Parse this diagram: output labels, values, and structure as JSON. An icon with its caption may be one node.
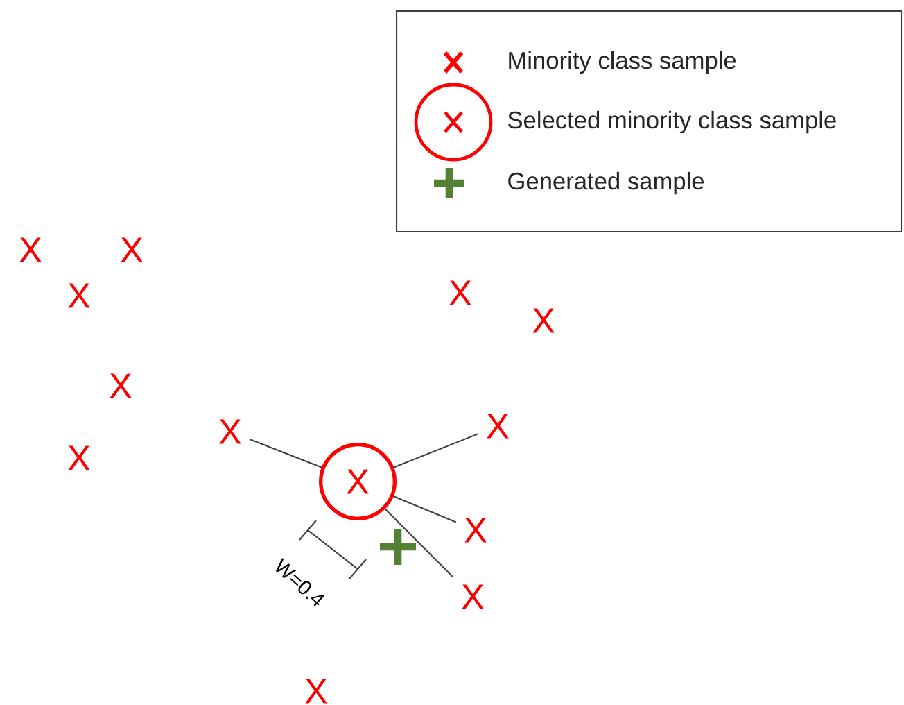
{
  "diagram": {
    "nodes": [
      {
        "text": [
          "X"
        ]
      },
      {
        "text": [
          "X"
        ]
      },
      {
        "text": [
          "X"
        ]
      },
      {
        "text": [
          "X"
        ]
      },
      {
        "text": [],
        "shape": "plus"
      },
      {
        "text": [
          "X"
        ]
      }
    ],
    "edges": [
      {
        "from": 2,
        "to": 0,
        "arrow": "none"
      },
      {
        "from": 2,
        "to": 1,
        "arrow": "none"
      },
      {
        "from": 2,
        "to": 3,
        "arrow": "none"
      },
      {
        "from": 2,
        "to": 5,
        "arrow": "none"
      }
    ],
    "labels": [
      "X",
      "X",
      "X",
      "X",
      "X",
      "X",
      "X",
      "W=0.4",
      "X"
    ],
    "legend": [
      {
        "text": "Minority class sample"
      },
      {
        "text": "Selected minority class sample"
      },
      {
        "text": "Generated sample"
      }
    ]
  }
}
